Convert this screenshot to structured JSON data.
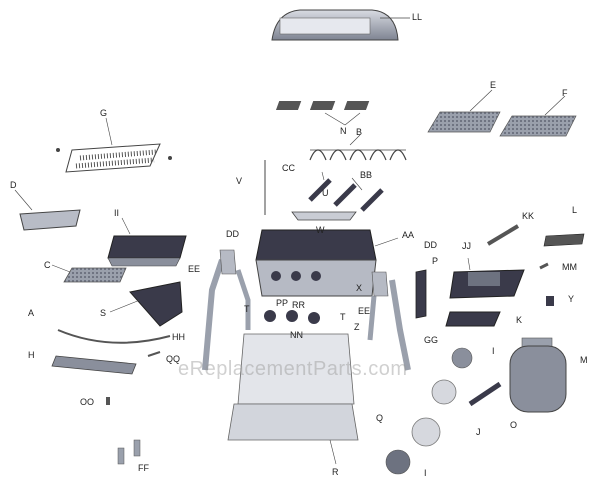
{
  "watermark": "eReplacementParts.com",
  "labels": {
    "A": "A",
    "B": "B",
    "C": "C",
    "D": "D",
    "E": "E",
    "F": "F",
    "G": "G",
    "H": "H",
    "I": "I",
    "J": "J",
    "K": "K",
    "L": "L",
    "M": "M",
    "N": "N",
    "O": "O",
    "P": "P",
    "Q": "Q",
    "R": "R",
    "S": "S",
    "T": "T",
    "U": "U",
    "V": "V",
    "W": "W",
    "X": "X",
    "Y": "Y",
    "Z": "Z",
    "AA": "AA",
    "BB": "BB",
    "CC": "CC",
    "DD": "DD",
    "EE": "EE",
    "FF": "FF",
    "GG": "GG",
    "HH": "HH",
    "II": "II",
    "JJ": "JJ",
    "KK": "KK",
    "LL": "LL",
    "MM": "MM",
    "NN": "NN",
    "OO": "OO",
    "PP": "PP",
    "QQ": "QQ",
    "RR": "RR"
  },
  "colors": {
    "dark_part": "#3a3a4a",
    "mid_part": "#8a8f9c",
    "light_part": "#c9ccd4",
    "line": "#444444",
    "background": "#ffffff"
  }
}
